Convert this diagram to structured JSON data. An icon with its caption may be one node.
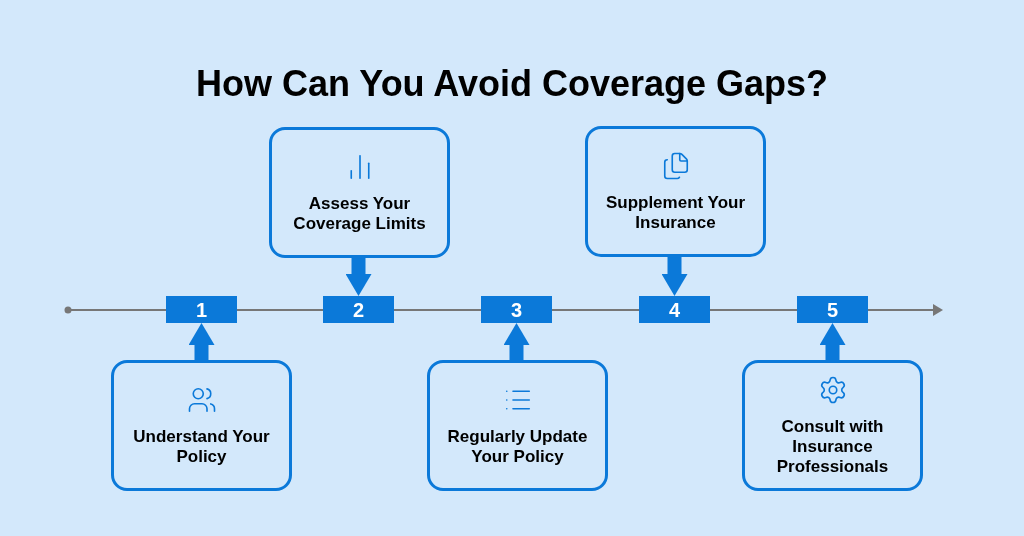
{
  "diagram": {
    "title": "How Can You Avoid Coverage Gaps?",
    "nodes": [
      {
        "text": [
          "1"
        ]
      },
      {
        "text": [
          "2"
        ]
      },
      {
        "text": [
          "3"
        ]
      },
      {
        "text": [
          "4"
        ]
      },
      {
        "text": [
          "5"
        ]
      },
      {
        "text": [
          "Understand Your Policy"
        ]
      },
      {
        "text": [
          "Assess Your Coverage Limits"
        ]
      },
      {
        "text": [
          "Regularly Update Your Policy"
        ]
      },
      {
        "text": [
          "Supplement Your Insurance"
        ]
      },
      {
        "text": [
          "Consult with Insurance Professionals"
        ]
      }
    ],
    "edges": [
      {
        "from": 5,
        "to": 0,
        "arrow": "to"
      },
      {
        "from": 6,
        "to": 1,
        "arrow": "to"
      },
      {
        "from": 7,
        "to": 2,
        "arrow": "to"
      },
      {
        "from": 8,
        "to": 3,
        "arrow": "to"
      },
      {
        "from": 9,
        "to": 4,
        "arrow": "to"
      }
    ]
  }
}
